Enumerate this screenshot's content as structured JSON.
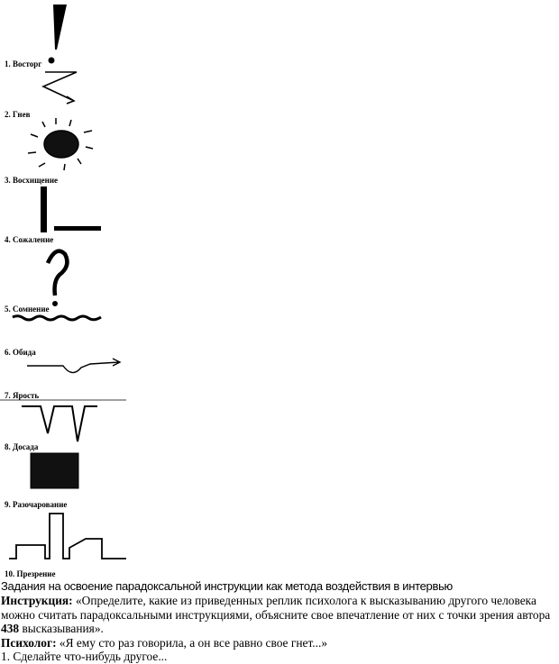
{
  "emotions": [
    {
      "label": "1. Восторг"
    },
    {
      "label": "2. Гнев"
    },
    {
      "label": "3. Восхищение"
    },
    {
      "label": "4. Сожаление"
    },
    {
      "label": "5. Сомнение"
    },
    {
      "label": "6. Обида"
    },
    {
      "label": "7. Ярость"
    },
    {
      "label": "8. Досада"
    },
    {
      "label": "9. Разочарование"
    },
    {
      "label": "10. Презрение"
    }
  ],
  "section_title": "Задания на освоение парадоксальной инструкции как метода воздействия в интервью",
  "instruction": {
    "label": "Инструкция:",
    "text": " «Определите, какие из приведенных реплик психолога к высказыванию другого человека можно считать парадоксальными инструкциями, объясните свое впечатление от них с точки зрения автора ",
    "page_number": "438",
    "text_end": " высказывания»."
  },
  "psychologist": {
    "label": "Психолог:",
    "text": " «Я ему сто раз говорила, а он все равно свое гнет...»"
  },
  "answer_1": "1. Сделайте что-нибудь другое..."
}
